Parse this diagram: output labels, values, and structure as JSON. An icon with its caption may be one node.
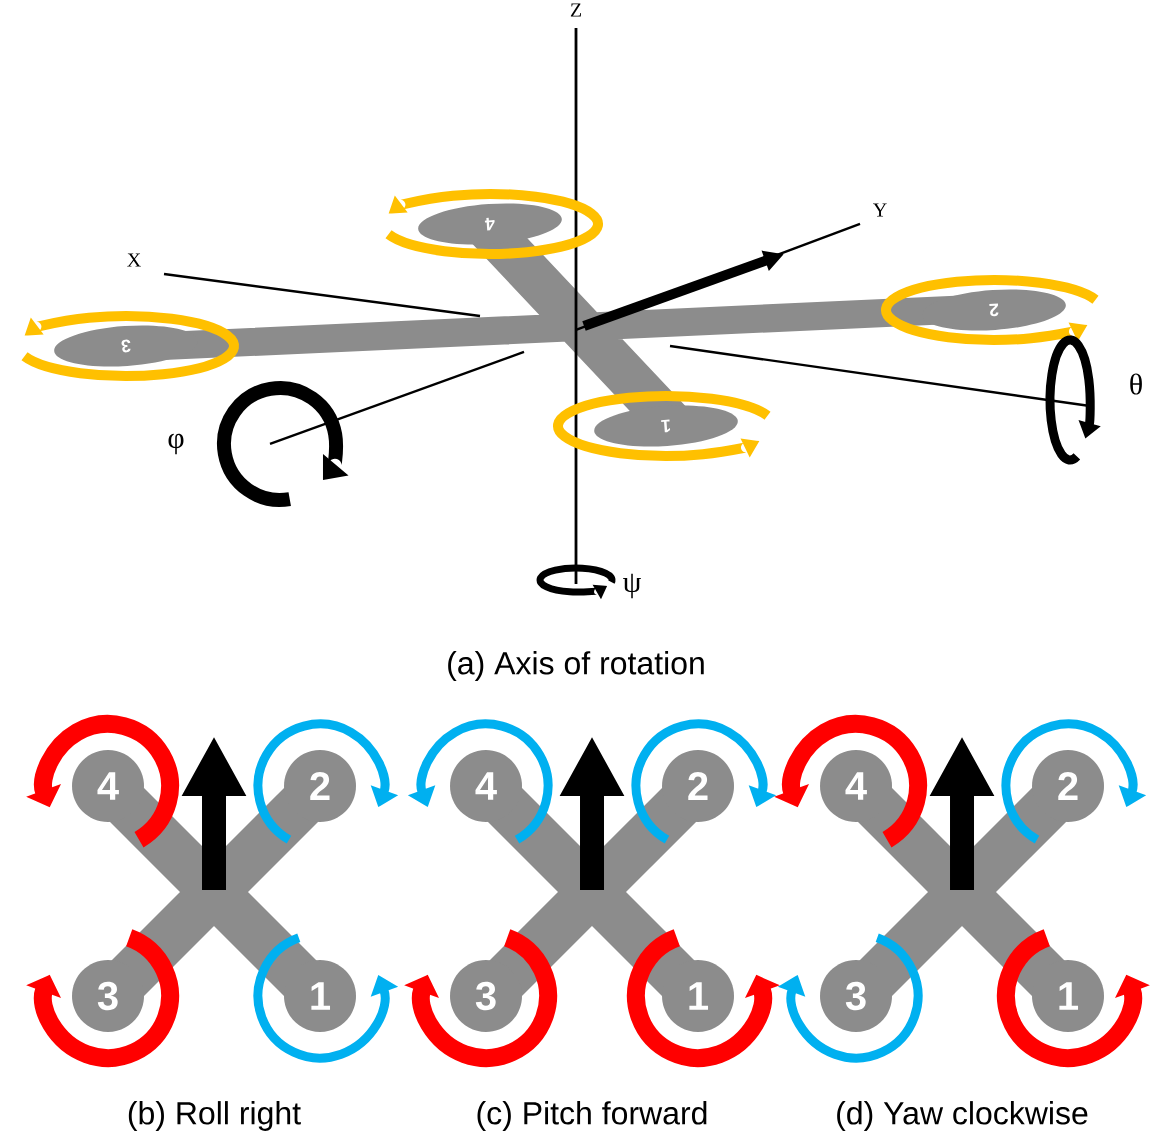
{
  "diagram": {
    "nodes": [
      {
        "text": [
          "4"
        ]
      },
      {
        "text": [
          "2"
        ]
      },
      {
        "text": [
          "3"
        ]
      },
      {
        "text": [
          "1"
        ]
      },
      {
        "text": [
          "4"
        ]
      },
      {
        "text": [
          "2"
        ]
      },
      {
        "text": [
          "3"
        ]
      },
      {
        "text": [
          "1"
        ]
      },
      {
        "text": [
          "4"
        ]
      },
      {
        "text": [
          "2"
        ]
      },
      {
        "text": [
          "3"
        ]
      },
      {
        "text": [
          "1"
        ]
      },
      {
        "text": [
          "4"
        ]
      },
      {
        "text": [
          "2"
        ]
      },
      {
        "text": [
          "3"
        ]
      },
      {
        "text": [
          "1"
        ]
      }
    ],
    "labels": [
      "Z",
      "Y",
      "X",
      "θ",
      "φ",
      "ψ",
      "(a) Axis of rotation",
      "(b) Roll right",
      "(c) Pitch forward",
      "(d) Yaw clockwise"
    ]
  }
}
